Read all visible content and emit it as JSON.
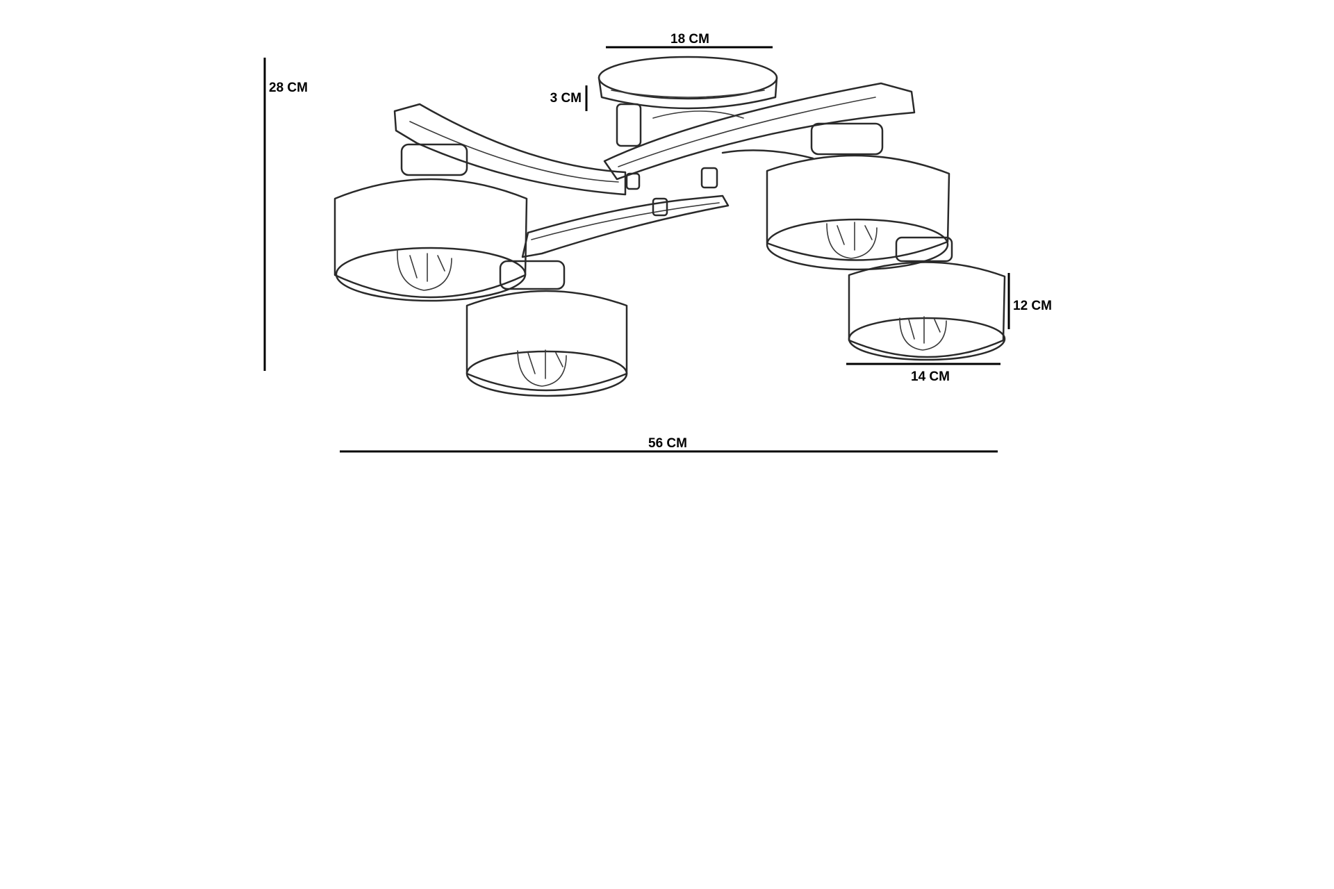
{
  "dimensions": {
    "top_width": "18 CM",
    "base_height": "3 CM",
    "total_height": "28 CM",
    "shade_height": "12 CM",
    "shade_width": "14 CM",
    "total_width": "56 CM"
  },
  "colors": {
    "background": "#ffffff",
    "line": "#000000",
    "sketch": "#2a2a2a"
  }
}
